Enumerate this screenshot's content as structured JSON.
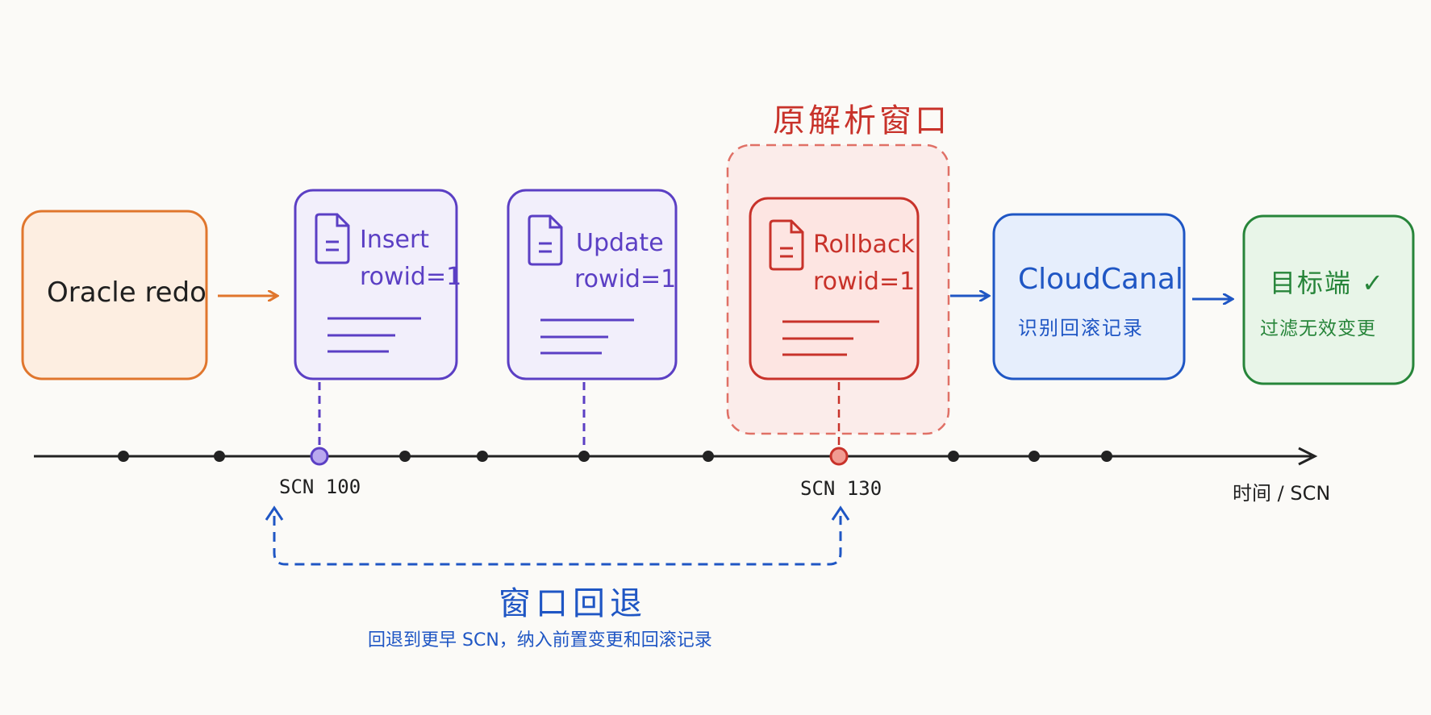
{
  "source": {
    "label": "Oracle redo"
  },
  "events": [
    {
      "op": "Insert",
      "rowid": "rowid=1",
      "color": "#5b3fc4"
    },
    {
      "op": "Update",
      "rowid": "rowid=1",
      "color": "#5b3fc4"
    },
    {
      "op": "Rollback",
      "rowid": "rowid=1",
      "color": "#c8322a"
    }
  ],
  "original_window": {
    "label": "原解析窗口",
    "color": "#c8322a"
  },
  "cloudcanal": {
    "title": "CloudCanal",
    "subtitle": "识别回滚记录",
    "color": "#1f56c4"
  },
  "target": {
    "title": "目标端 ✓",
    "subtitle": "过滤无效变更",
    "color": "#27853a"
  },
  "timeline": {
    "axis_label": "时间 / SCN",
    "marker_start": "SCN 100",
    "marker_end": "SCN 130"
  },
  "rewind": {
    "title": "窗口回退",
    "description": "回退到更早 SCN，纳入前置变更和回滚记录",
    "color": "#1f56c4"
  },
  "colors": {
    "source": "#e0762d",
    "purple": "#5b3fc4",
    "red": "#c8322a",
    "blue": "#1f56c4",
    "green": "#27853a"
  }
}
